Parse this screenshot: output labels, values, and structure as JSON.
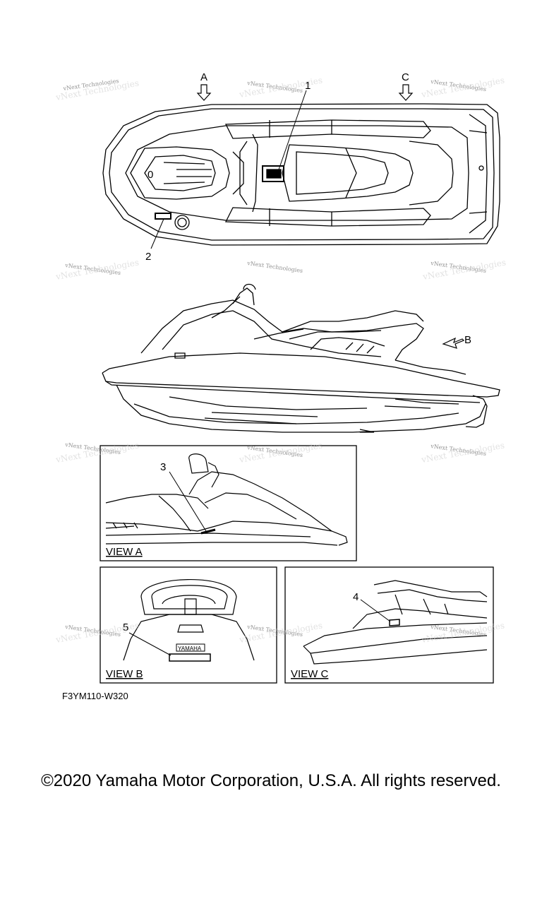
{
  "views": {
    "arrow_a": "A",
    "arrow_b": "B",
    "arrow_c": "C",
    "view_a": "VIEW A",
    "view_b": "VIEW B",
    "view_c": "VIEW C"
  },
  "callouts": [
    "1",
    "2",
    "3",
    "4",
    "5"
  ],
  "boat_mark": "0",
  "hull_logo": "YAMAHA",
  "watermark": "vNext Technologies",
  "drawing_code": "F3YM110-W320",
  "copyright": "©2020 Yamaha Motor Corporation, U.S.A. All rights reserved."
}
